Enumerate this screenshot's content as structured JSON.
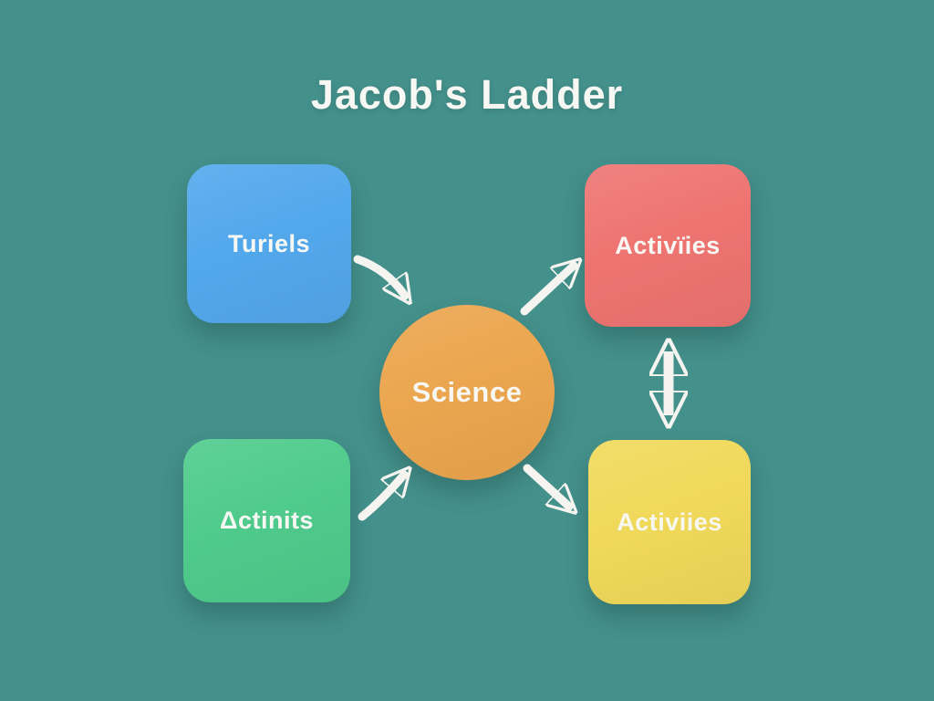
{
  "title": "Jacob's Ladder",
  "canvas": {
    "background_color": "#44908B",
    "text_color": "#F7F7F4",
    "arrow_color": "#F5F4F0"
  },
  "nodes": {
    "top_left": {
      "label": "Turiels",
      "color": "#53A8EC",
      "shape": "rounded-square"
    },
    "top_right": {
      "label": "Activïies",
      "color": "#EE7471",
      "shape": "rounded-square"
    },
    "bottom_left": {
      "label": "Δctinits",
      "color": "#4FCB8C",
      "shape": "rounded-square"
    },
    "bottom_right": {
      "label": "Activiies",
      "color": "#F0D95A",
      "shape": "rounded-square"
    },
    "center": {
      "label": "Science",
      "color": "#EBA64F",
      "shape": "circle"
    }
  },
  "connections": [
    {
      "from": "top_left",
      "to": "center",
      "style": "single-arrow"
    },
    {
      "from": "center",
      "to": "top_right",
      "style": "single-arrow"
    },
    {
      "from": "bottom_left",
      "to": "center",
      "style": "single-arrow"
    },
    {
      "from": "center",
      "to": "bottom_right",
      "style": "single-arrow"
    },
    {
      "from": "top_right",
      "to": "bottom_right",
      "style": "double-arrow"
    }
  ]
}
